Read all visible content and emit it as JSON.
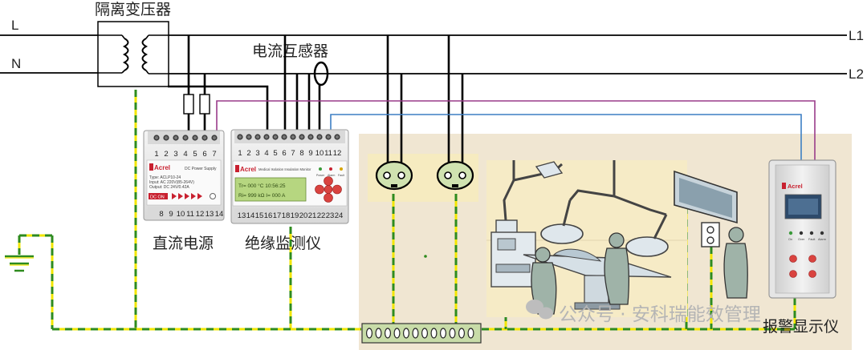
{
  "labels": {
    "line_l": "L",
    "line_n": "N",
    "line_l1": "L1",
    "line_l2": "L2",
    "transformer": "隔离变压器",
    "current_transformer": "电流互感器",
    "dc_supply": "直流电源",
    "insulation_monitor": "绝缘监测仪",
    "alarm_display": "报警显示仪",
    "watermark": "公众号 · 安科瑞能效管理"
  },
  "dc_supply_module": {
    "brand": "Acrel",
    "model_label": "DC Power Supply",
    "spec_lines": [
      "Type: ACLP10-24",
      "Input: AC 220V(85-264V)",
      "Output: DC 24V/0.42A"
    ],
    "status_label": "DC ON",
    "terminals_top": [
      "1",
      "2",
      "3",
      "4",
      "5",
      "6",
      "7"
    ],
    "terminals_bottom": [
      "8",
      "9",
      "10",
      "11",
      "12",
      "13",
      "14"
    ]
  },
  "monitor_module": {
    "brand": "Acrel",
    "model_label": "Medical Isolation Insulation Monitor",
    "screen_line1": "Tr= 000 °C  10:56:25",
    "screen_line2": "Ri= 999 kΩ  I= 000 A",
    "indicators": [
      "Power",
      "Alarm",
      "Fault"
    ],
    "terminals_top": [
      "1",
      "2",
      "3",
      "4",
      "5",
      "6",
      "7",
      "8",
      "9",
      "10",
      "11",
      "12"
    ],
    "terminals_bottom": [
      "13",
      "14",
      "15",
      "16",
      "17",
      "18",
      "19",
      "20",
      "21",
      "22",
      "23",
      "24"
    ]
  },
  "alarm_module": {
    "brand": "Acrel",
    "indicators": [
      "On",
      "Over",
      "Fault",
      "Alarm"
    ]
  },
  "colors": {
    "wire": "#000000",
    "pe_green": "#2e8b1e",
    "pe_yellow": "#f2e600",
    "comm_blue": "#3d7fc4",
    "comm_purple": "#9a3c8a",
    "room_bg": "#f0e6d2",
    "socket_bg": "#f7ecc4",
    "socket_face": "#d0e2b0",
    "device_body": "#e9e9e9",
    "lcd": "#b6d680",
    "brand_red": "#c8202f"
  }
}
